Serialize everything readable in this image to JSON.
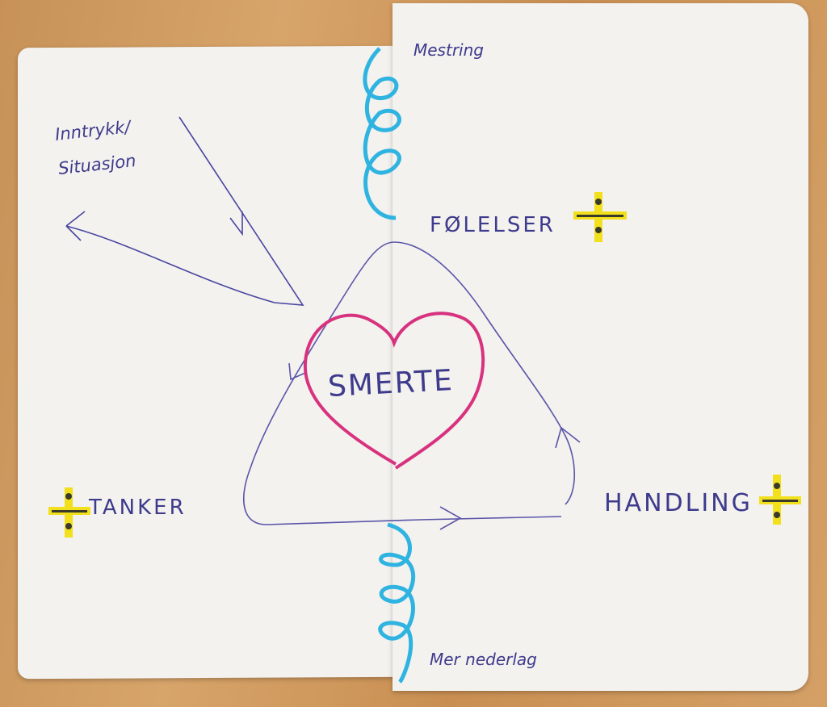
{
  "labels": {
    "top": "Mestring",
    "bottom": "Mer nederlag",
    "input_line1": "Inntrykk/",
    "input_line2": "Situasjon",
    "feelings": "FØLELSER",
    "thoughts": "TANKER",
    "action": "HANDLING",
    "center": "SMERTE"
  },
  "colors": {
    "ink": "#3e3a8c",
    "heart": "#d8327f",
    "spiral": "#2fb3e0",
    "highlight": "#f2e01c"
  }
}
